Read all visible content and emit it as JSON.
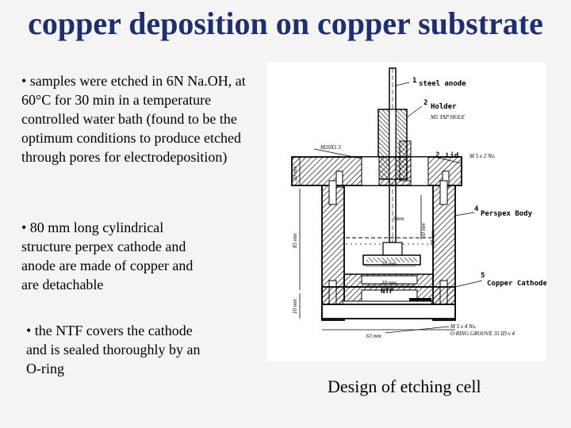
{
  "slide": {
    "title": "copper deposition on copper substrate",
    "bullets": [
      "• samples were etched in 6N Na.OH, at 60°C for 30 min in a temperature controlled water bath (found to be the optimum conditions to produce etched through pores for electrodeposition)",
      "• 80 mm long cylindrical structure perpex cathode and anode are made of copper and are detachable",
      "• the NTF covers the cathode and is sealed thoroughly by an O-ring"
    ],
    "caption": "Design of etching cell"
  },
  "figure": {
    "labels": {
      "steel_anode": "steel anode",
      "holder": "Holder",
      "tap_hole": "M5 TAP HOLE",
      "lid": "Lid",
      "lid_screws": "M 5 x 2 No.",
      "m20": "M20X1.5",
      "perspex_body": "Perspex Body",
      "copper_cathode": "Copper Cathode",
      "bottom_screws": "M 5 x 4 No.",
      "o_ring": "O RING GROOVE 35 ID x 4",
      "ntf": "NTF"
    },
    "numbers": {
      "n1": "1",
      "n2": "2",
      "n3": "2",
      "n4": "4",
      "n5": "5"
    },
    "dimensions": {
      "d_20": "20 mm",
      "d_85": "85 mm",
      "d_10": "10 mm",
      "d_50": "50 mm",
      "d_30a": "30 mm",
      "d_30b": "30 mm",
      "d_9": "9mm",
      "d_63": "63 mm",
      "d_80": "80 mm"
    }
  }
}
